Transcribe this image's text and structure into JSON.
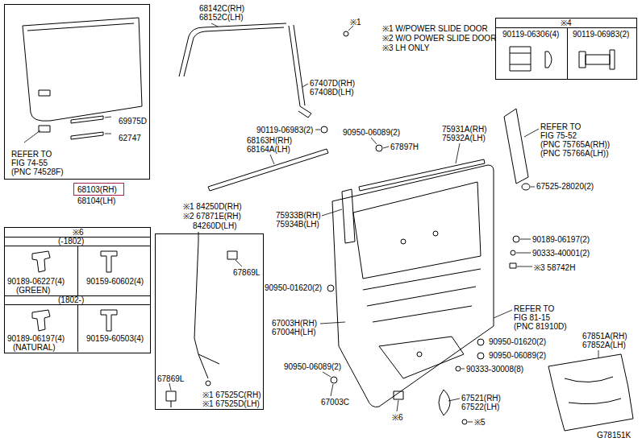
{
  "diagram": {
    "nodes": [
      {
        "text": [
          "REFER TO",
          "FIG 74-55",
          "(PNC 74528F)",
          "69975D",
          "62747"
        ]
      },
      {
        "text": [
          "68103(RH)"
        ]
      },
      {
        "text": [
          "※4"
        ]
      },
      {
        "text": [
          "90119-06306(4)"
        ],
        "in": 2
      },
      {
        "text": [
          "90119-06983(2)"
        ],
        "in": 2
      },
      {
        "text": [
          "※6"
        ]
      },
      {
        "text": [
          "(-1802)"
        ],
        "in": 5
      },
      {
        "text": [
          "90189-06227(4)",
          "(GREEN)"
        ],
        "in": 5
      },
      {
        "text": [
          "90159-60602(4)"
        ],
        "in": 5
      },
      {
        "text": [
          "(1802-)"
        ],
        "in": 5
      },
      {
        "text": [
          "90189-06197(4)",
          "(NATURAL)"
        ],
        "in": 5
      },
      {
        "text": [
          "90159-60503(4)"
        ],
        "in": 5
      },
      {
        "text": [
          "※1 84250D(RH)",
          "※2 67871E(RH)",
          "84260D(LH)",
          "67869L",
          "67869L",
          "※1 67525C(RH)",
          "※1 67525D(LH)"
        ]
      }
    ],
    "labels": [
      "68142C(RH)",
      "68152C(LH)",
      "※1",
      "※1 W/POWER SLIDE DOOR",
      "※2 W/O POWER SLIDE DOOR",
      "※3 LH ONLY",
      "67407D(RH)",
      "67408D(LH)",
      "90119-06983(2)",
      "90950-06089(2)",
      "67897H",
      "68163H(RH)",
      "68164A(LH)",
      "75931A(RH)",
      "75932A(LH)",
      "REFER TO",
      "FIG 75-52",
      "(PNC 75765A(RH))",
      "(PNC 75766A(LH))",
      "67525-28020(2)",
      "75933B(RH)",
      "75934B(LH)",
      "90189-06197(2)",
      "90333-40001(2)",
      "※3 58742H",
      "90950-01620(2)",
      "REFER TO",
      "FIG 81-15",
      "(PNC 81910D)",
      "67003H(RH)",
      "67004H(LH)",
      "67851A(RH)",
      "67852A(LH)",
      "90950-01620(2)",
      "90950-06089(2)",
      "90950-06089(2)",
      "90333-30008(8)",
      "67003C",
      "67521(RH)",
      "67522(LH)",
      "※6",
      "※5",
      "G78151K",
      "68104(LH)"
    ]
  }
}
